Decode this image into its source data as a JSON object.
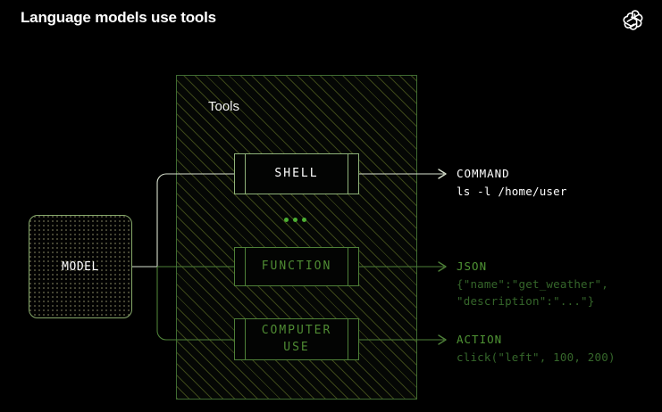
{
  "header": {
    "title": "Language models use tools",
    "logo_icon": "openai-logo-icon"
  },
  "diagram": {
    "container_label": "Tools",
    "model": {
      "label": "MODEL"
    },
    "ellipsis": "...",
    "tools": [
      {
        "id": "shell",
        "label": "SHELL",
        "label_color": "#ffffff",
        "border_color": "#8fb37a"
      },
      {
        "id": "function",
        "label": "FUNCTION",
        "label_color": "#4f8b33",
        "border_color": "#4e8038"
      },
      {
        "id": "computer",
        "label": "COMPUTER\nUSE",
        "label_color": "#4f8b33",
        "border_color": "#4e8038"
      }
    ],
    "outputs": [
      {
        "id": "command",
        "title": "COMMAND",
        "body": "ls -l /home/user",
        "title_color": "#ffffff",
        "body_color": "#ffffff"
      },
      {
        "id": "json",
        "title": "JSON",
        "body": "{\"name\":\"get_weather\",\n\"description\":\"...\"}",
        "title_color": "#4f9434",
        "body_color": "#35662a"
      },
      {
        "id": "action",
        "title": "ACTION",
        "body": "click(\"left\", 100, 200)",
        "title_color": "#4f9434",
        "body_color": "#35662a"
      }
    ]
  },
  "colors": {
    "background": "#000000",
    "accent_green": "#4caf32",
    "hatch_green": "#687a28",
    "border_green": "#3f6b32",
    "white": "#ffffff"
  }
}
